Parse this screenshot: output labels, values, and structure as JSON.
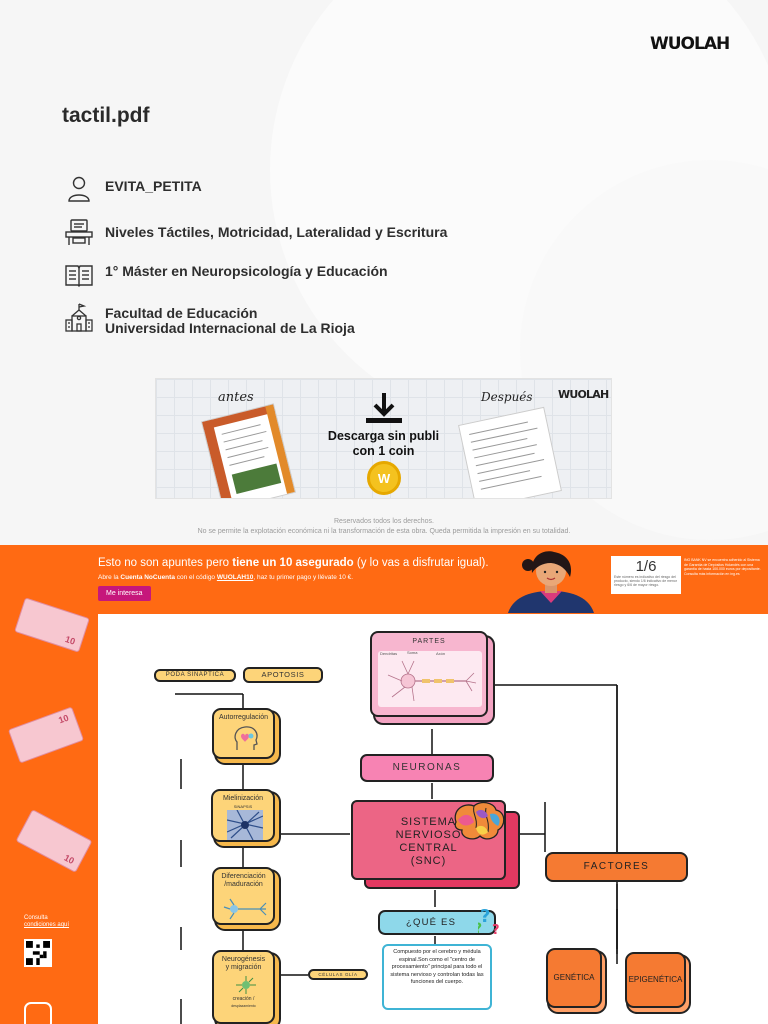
{
  "header": {
    "logo": "WUOLAH",
    "doc_title": "tactil.pdf"
  },
  "meta": {
    "author": "EVITA_PETITA",
    "subject": "Niveles Táctiles, Motricidad, Lateralidad y Escritura",
    "course": "1° Máster en Neuropsicología y Educación",
    "faculty": "Facultad de Educación",
    "university": "Universidad Internacional de La Rioja"
  },
  "banner": {
    "before_label": "antes",
    "after_label": "Después",
    "logo": "WUOLAH",
    "cta_line1": "Descarga sin publi",
    "cta_line2": "con 1 coin",
    "coin_symbol": "W"
  },
  "legal": {
    "line1": "Reservados todos los derechos.",
    "line2": "No se permite la explotación económica ni la transformación de esta obra. Queda permitida la impresión en su totalidad."
  },
  "ad": {
    "headline_pre": "Esto no son apuntes pero ",
    "headline_bold": "tiene un 10 asegurado",
    "headline_post": " (y lo vas a disfrutar igual).",
    "sub_pre": "Abre la ",
    "sub_bold1": "Cuenta NoCuenta",
    "sub_mid": " con el código ",
    "sub_code": "WUOLAH10",
    "sub_post": ", haz tu primer pago y llévate 10 €.",
    "button": "Me interesa",
    "box_big": "1/6",
    "box_small": "Este número es indicativo del riesgo del producto, siendo 1/6 indicativo de menor riesgo y 6/6 de mayor riesgo.",
    "fine_print": "ING BANK NV se encuentra adherido al Sistema de Garantía de Depósitos Holandés con una garantía de hasta 100.000 euros por depositante. Consulta más información en ing.es",
    "side_text_line1": "Consulta",
    "side_text_line2": "condiciones aquí",
    "bill_value": "10"
  },
  "mindmap": {
    "partes": "PARTES",
    "dendritas": "Dendritas",
    "soma": "Soma",
    "axon": "Axón",
    "neuronas": "NEURONAS",
    "snc_line1": "SISTEMA",
    "snc_line2": "NERVIOSO",
    "snc_line3": "CENTRAL",
    "snc_line4": "(SNC)",
    "que_es": "¿QUÉ ES",
    "definicion": "Compuesto por el cerebro y médula espinal.Son como el \"centro de procesamiento\" principal para todo el sistema nervioso y controlan todas las funciones del cuerpo.",
    "factores": "FACTORES",
    "genetica": "GENÉTICA",
    "epigenetica": "EPIGENÉTICA",
    "poda": "PODA SINÁPTICA",
    "apotosis": "APOTOSIS",
    "autorregulacion": "Autorregulación",
    "mielinizacion": "Mielinización",
    "sinapsis": "SINAPSIS",
    "diferenciacion_line1": "Diferenciación",
    "diferenciacion_line2": "/maduración",
    "neurogenesis_line1": "Neurogénesis",
    "neurogenesis_line2": "y migración",
    "creacion_line1": "creación /",
    "creacion_line2": "desplazamiento",
    "celulas_glia": "CÉLULAS GLÍA"
  }
}
